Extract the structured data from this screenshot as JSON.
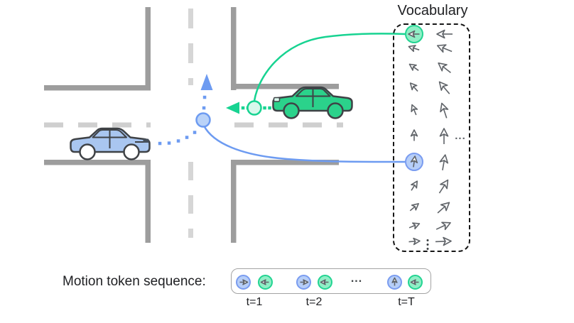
{
  "figure": {
    "vocabulary_title": "Vocabulary",
    "sequence_label": "Motion token sequence:",
    "time_labels": [
      "t=1",
      "t=2",
      "t=T"
    ],
    "col_ellipsis": "...",
    "sequence_ellipsis": "...",
    "bottom_ellipsis": "⋮"
  },
  "vocabulary": {
    "description": "grid of motion-vector arrow tokens, two columns, rotating from left through up to right",
    "rows": [
      {
        "angle_col1": -90,
        "angle_col2": -90,
        "highlight_col1": "green"
      },
      {
        "angle_col1": -72,
        "angle_col2": -68
      },
      {
        "angle_col1": -55,
        "angle_col2": -52
      },
      {
        "angle_col1": -42,
        "angle_col2": -40
      },
      {
        "angle_col1": -22,
        "angle_col2": -18
      },
      {
        "angle_col1": 0,
        "angle_col2": 0,
        "ellipsis": true
      },
      {
        "angle_col1": 8,
        "angle_col2": 10,
        "highlight_col1": "blue"
      },
      {
        "angle_col1": 32,
        "angle_col2": 33
      },
      {
        "angle_col1": 50,
        "angle_col2": 48
      },
      {
        "angle_col1": 68,
        "angle_col2": 65
      },
      {
        "angle_col1": 86,
        "angle_col2": 88
      }
    ]
  },
  "sequence": {
    "tokens": [
      {
        "type": "token",
        "color": "blue",
        "angle": 90
      },
      {
        "type": "token",
        "color": "green",
        "angle": -90
      },
      {
        "type": "token",
        "color": "blue",
        "angle": 90
      },
      {
        "type": "token",
        "color": "green",
        "angle": -90
      },
      {
        "type": "ellipsis"
      },
      {
        "type": "token",
        "color": "blue",
        "angle": 0
      },
      {
        "type": "token",
        "color": "green",
        "angle": -90
      }
    ]
  },
  "agents": [
    {
      "name": "green-car",
      "direction": "left",
      "token_color": "green"
    },
    {
      "name": "blue-car",
      "direction": "right",
      "token_color": "blue"
    }
  ],
  "colors": {
    "road": "#9d9d9d",
    "lane_dash": "#cfcfcf",
    "center_dash": "#d6d6d6",
    "outline": "#3f4246",
    "blue": "#6d9bf1",
    "blue_fill": "#a9c6f0",
    "blue_token_fill": "#b6cef8",
    "blue_token_border": "#7a9cf0",
    "green": "#17d391",
    "green_car": "#2bd28b",
    "green_token_fill": "#90efc6",
    "green_token_border": "#23d492",
    "traj_green_fill": "#d9f8ec",
    "traj_blue_fill": "#b9d2f8",
    "arrow_glyph": "#5f6368",
    "text": "#202124"
  }
}
